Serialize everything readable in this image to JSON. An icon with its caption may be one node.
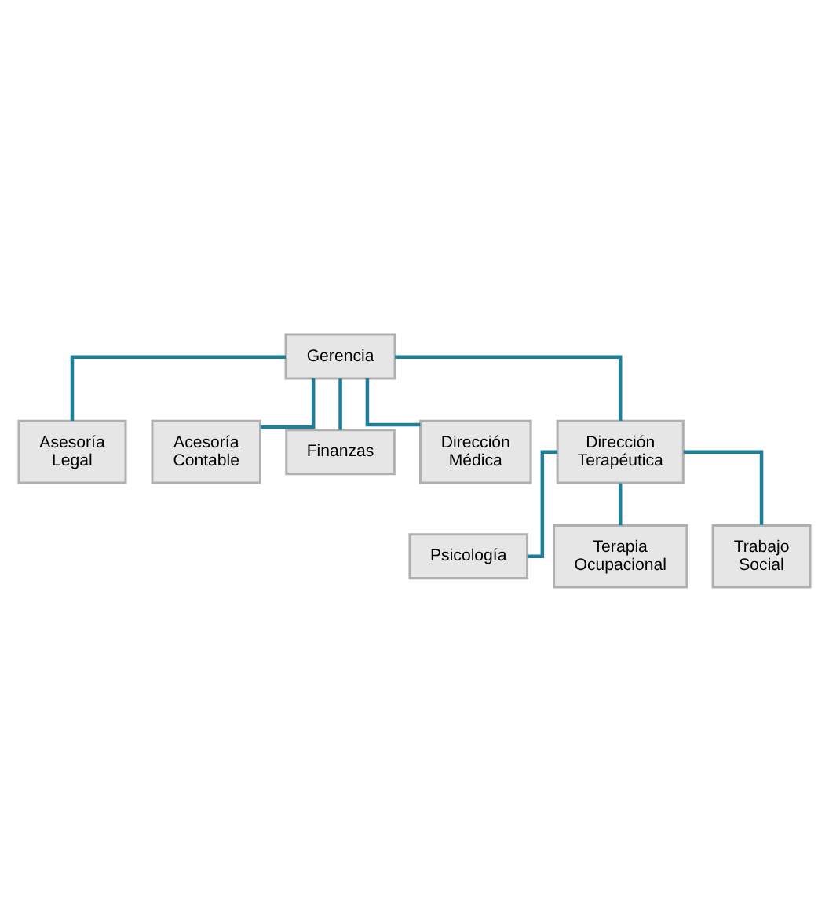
{
  "diagram": {
    "nodes": [
      {
        "text": [
          "Gerencia"
        ]
      },
      {
        "text": [
          "Asesoría Legal"
        ]
      },
      {
        "text": [
          "Acesoría Contable"
        ]
      },
      {
        "text": [
          "Finanzas"
        ]
      },
      {
        "text": [
          "Dirección Médica"
        ]
      },
      {
        "text": [
          "Dirección Terapéutica"
        ]
      },
      {
        "text": [
          "Psicología"
        ]
      },
      {
        "text": [
          "Terapia Ocupacional"
        ]
      },
      {
        "text": [
          "Trabajo Social"
        ]
      }
    ],
    "edges": [
      {
        "from": 0,
        "to": 1,
        "arrow": "none"
      },
      {
        "from": 0,
        "to": 2,
        "arrow": "none"
      },
      {
        "from": 0,
        "to": 3,
        "arrow": "none"
      },
      {
        "from": 0,
        "to": 4,
        "arrow": "none"
      },
      {
        "from": 0,
        "to": 5,
        "arrow": "none"
      },
      {
        "from": 5,
        "to": 6,
        "arrow": "none"
      },
      {
        "from": 5,
        "to": 7,
        "arrow": "none"
      },
      {
        "from": 5,
        "to": 8,
        "arrow": "none"
      }
    ]
  }
}
